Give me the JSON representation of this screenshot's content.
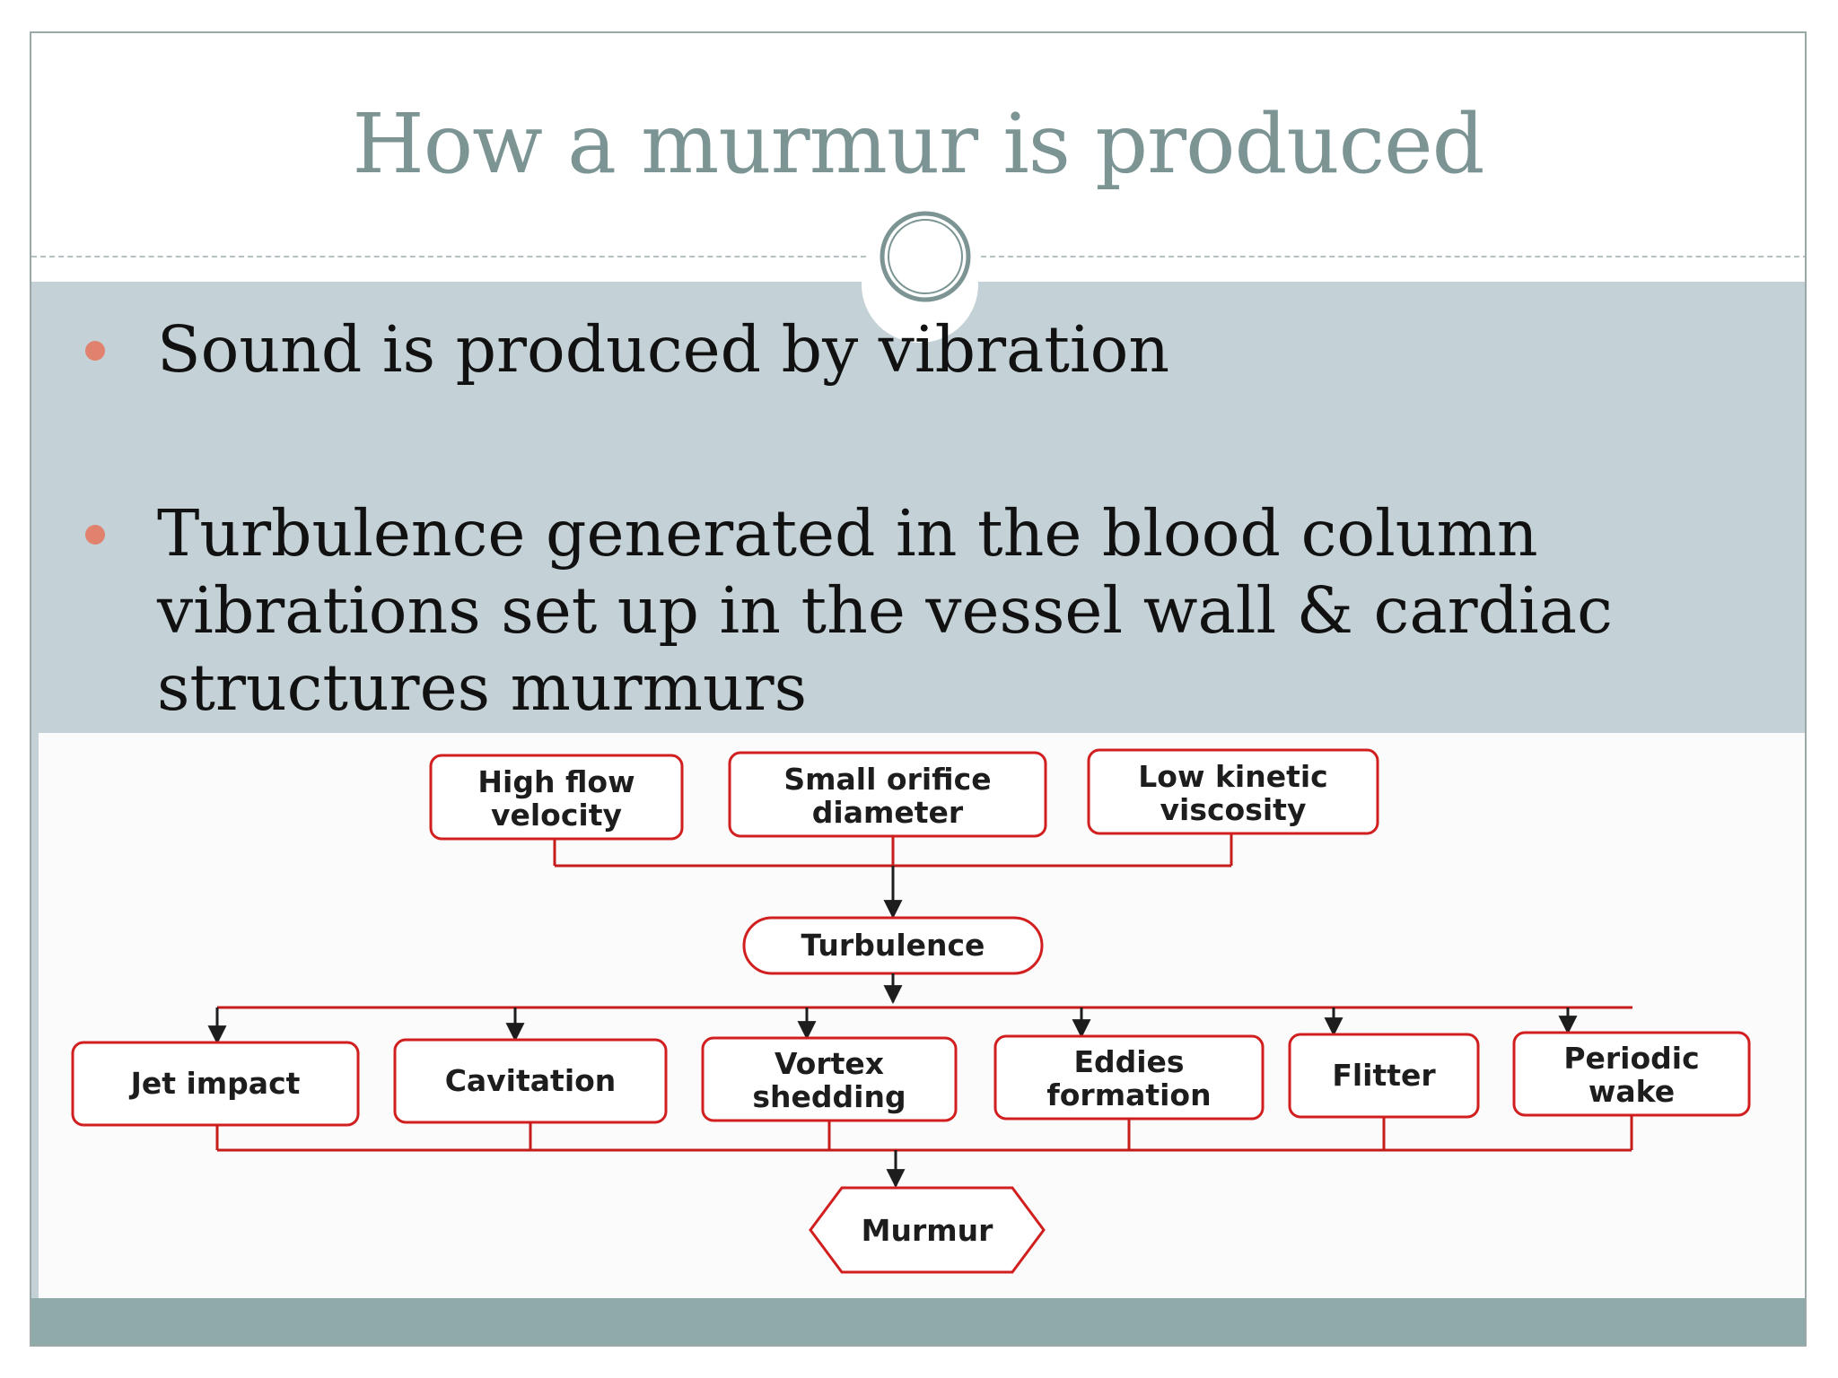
{
  "slide": {
    "title": "How a murmur is produced",
    "bullets": [
      {
        "text": "Sound is produced by vibration"
      },
      {
        "text": "Turbulence generated in the blood column\nvibrations set up in the vessel wall & cardiac\nstructures murmurs"
      }
    ]
  },
  "diagram": {
    "causes": [
      {
        "line1": "High flow",
        "line2": "velocity"
      },
      {
        "line1": "Small orifice",
        "line2": "diameter"
      },
      {
        "line1": "Low kinetic",
        "line2": "viscosity"
      }
    ],
    "center": {
      "label": "Turbulence"
    },
    "mechanisms": [
      {
        "line1": "Jet impact",
        "line2": ""
      },
      {
        "line1": "Cavitation",
        "line2": ""
      },
      {
        "line1": "Vortex",
        "line2": "shedding"
      },
      {
        "line1": "Eddies",
        "line2": "formation"
      },
      {
        "line1": "Flitter",
        "line2": ""
      },
      {
        "line1": "Periodic",
        "line2": "wake"
      }
    ],
    "result": {
      "label": "Murmur"
    },
    "colors": {
      "stroke": "#d11f1f",
      "text": "#1d1d1d"
    }
  }
}
